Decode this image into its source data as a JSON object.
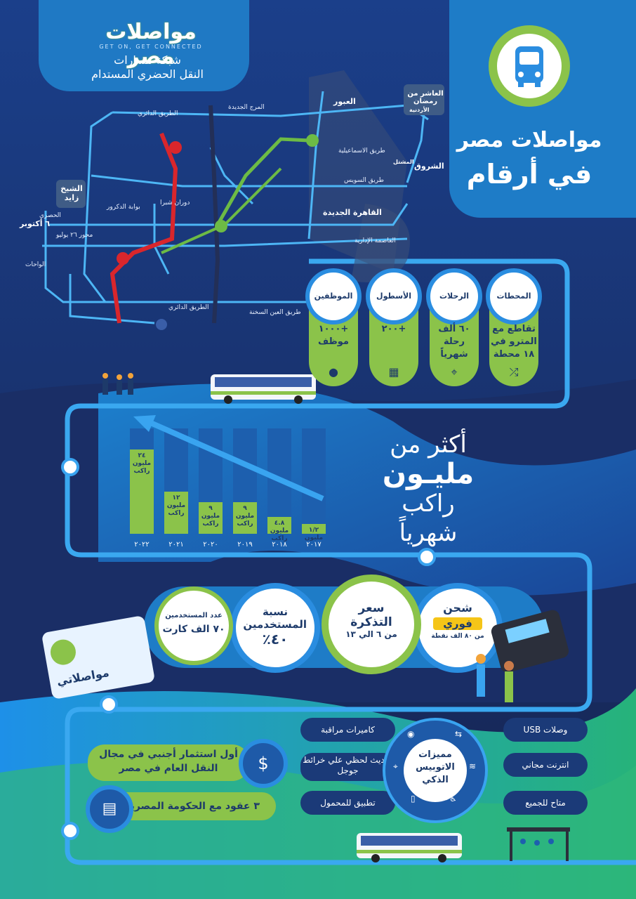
{
  "brand": {
    "logo_text": "مواصلات مصر",
    "tagline": "GET ON, GET CONNECTED",
    "subtitle_line1": "شبكة مسارات",
    "subtitle_line2": "النقل الحضري المستدام"
  },
  "title": {
    "line1": "مواصلات مصر",
    "line2": "في أرقام"
  },
  "map": {
    "cities": {
      "obour": "العبور",
      "tenth": "العاشر من رمضان",
      "shorouk": "الشروق",
      "new_cairo": "القاهرة الجديدة",
      "zayed": "الشيخ زايد",
      "october": "٦ أكتوبر"
    },
    "roads": {
      "ring1": "الطريق الدائري",
      "ring2": "الطريق الدائري",
      "marg": "المرج الجديدة",
      "ismailia": "طريق الاسماعيلية",
      "suez": "طريق السويس",
      "ain_sokhna": "طريق العين السخنة",
      "doctors": "بوابة الدكرور",
      "douran": "دوران شبرا",
      "axis26": "محور ٢٦ يوليو",
      "wahat": "الواحات",
      "admin": "العاصمة الإدارية",
      "mushtal": "المشتل",
      "ardenia": "الأردنية",
      "husary": "الحصري"
    }
  },
  "stats": [
    {
      "head": "المحطات",
      "text": "تقاطع مع المترو في ١٨ محطة",
      "icon": "route-icon"
    },
    {
      "head": "الرحلات",
      "text": "٦٠ ألف رحلة شهرياً",
      "icon": "location-pin-icon"
    },
    {
      "head": "الأسطول",
      "text": "+٢٠٠",
      "icon": "bus-icon"
    },
    {
      "head": "الموظفين",
      "text": "+١٠٠٠ موظف",
      "icon": "person-icon"
    }
  ],
  "chart_data": {
    "type": "bar",
    "categories": [
      "٢٠١٧",
      "٢٠١٨",
      "٢٠١٩",
      "٢٠٢٠",
      "٢٠٢١",
      "٢٠٢٢"
    ],
    "values": [
      0.5,
      4.8,
      9,
      9,
      12,
      24
    ],
    "labels": [
      "١/٢ مليون",
      "٤.٨ مليون راكب",
      "٩ مليون راكب",
      "٩ مليون راكب",
      "١٢ مليون راكب",
      "٢٤ مليون راكب"
    ],
    "ylim": [
      0,
      30
    ]
  },
  "monthly": {
    "line1": "أكثر من",
    "line2": "مليـون",
    "line3": "راكب",
    "line4": "شهرياً"
  },
  "payment": {
    "charge_title": "شحن",
    "fawry": "فوري",
    "fawry_points": "من ٨٠ الف نقطة",
    "ticket_title": "سعر التذكرة",
    "ticket_range": "من ٦ الي ١٣",
    "users_pct_title": "نسبة المستخدمين",
    "users_pct": "٤٠٪",
    "users_count_title": "عدد المستخدمين",
    "users_count": "٧٠ الف كارت",
    "card_brand": "مواصلاتي"
  },
  "features": {
    "center_title": "مميزات الاتوبيس الذكي",
    "cameras": "كاميرات مراقبة",
    "usb": "وصلات USB",
    "gmaps": "تحديث لحظي علي خرائط جوجل",
    "wifi": "انترنت مجاني",
    "mobile_app": "تطبيق للمحمول",
    "accessible": "متاح للجميع"
  },
  "investment": {
    "foreign": "أول استثمار أجنبي في مجال النقل العام في مصر",
    "contracts": "٣ عقود مع الحكومة المصرية"
  },
  "colors": {
    "navy": "#15224d",
    "blue": "#1f79c4",
    "green": "#8bc34a",
    "red": "#d9262c"
  }
}
